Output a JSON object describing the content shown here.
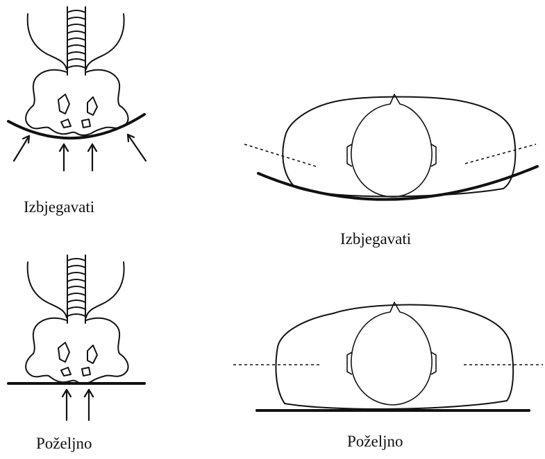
{
  "panels": {
    "pelvis_avoid": {
      "caption": "Izbjegavati"
    },
    "head_avoid": {
      "caption": "Izbjegavati"
    },
    "pelvis_preferred": {
      "caption": "Poželjno"
    },
    "head_preferred": {
      "caption": "Poželjno"
    }
  },
  "colors": {
    "line": "#111111",
    "background": "#ffffff"
  }
}
